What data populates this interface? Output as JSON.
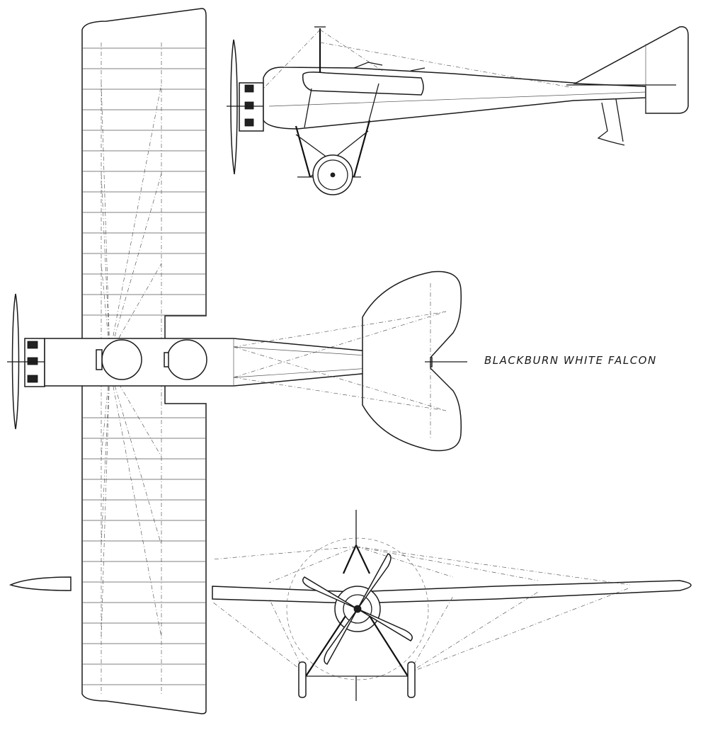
{
  "caption": "BLACKBURN WHITE FALCON",
  "views": [
    {
      "id": "side-view"
    },
    {
      "id": "plan-view"
    },
    {
      "id": "front-view"
    }
  ]
}
